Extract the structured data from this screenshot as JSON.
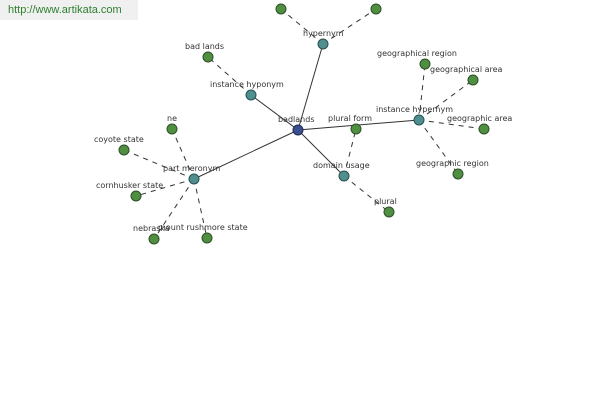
{
  "watermark": "http://www.artikata.com",
  "graph": {
    "root": "badlands",
    "relations": {
      "hypernym": "hypernym",
      "instance_hyponym": "instance hyponym",
      "instance_hypernym": "instance hypernym",
      "part_meronym": "part meronym",
      "domain_usage": "domain usage",
      "plural_form": "plural form"
    },
    "leaves": {
      "bad_lands": "bad lands",
      "geographical_region": "geographical region",
      "geographical_area": "geographical area",
      "geographic_area": "geographic area",
      "geographic_region": "geographic region",
      "ne": "ne",
      "coyote_state": "coyote state",
      "cornhusker_state": "cornhusker state",
      "nebraska": "nebraska",
      "mount_rushmore_state": "mount rushmore state",
      "plural": "plural"
    }
  }
}
